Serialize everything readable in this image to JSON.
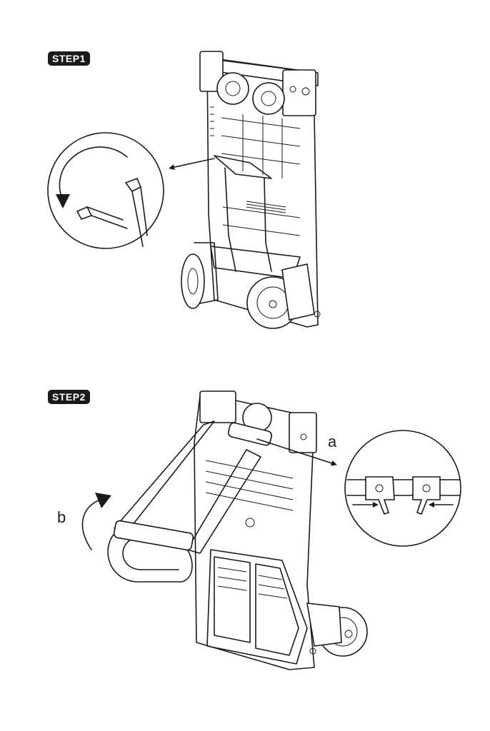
{
  "steps": [
    {
      "label": "STEP1"
    },
    {
      "label": "STEP2"
    }
  ],
  "callouts": {
    "a": "a",
    "b": "b"
  },
  "icons": [
    "rotate-ccw-arrow-icon",
    "direction-arrow-icon",
    "rotate-cw-arrow-icon",
    "press-inward-arrow-icon"
  ],
  "colors": {
    "ink": "#1a1a1a",
    "paper": "#ffffff"
  }
}
